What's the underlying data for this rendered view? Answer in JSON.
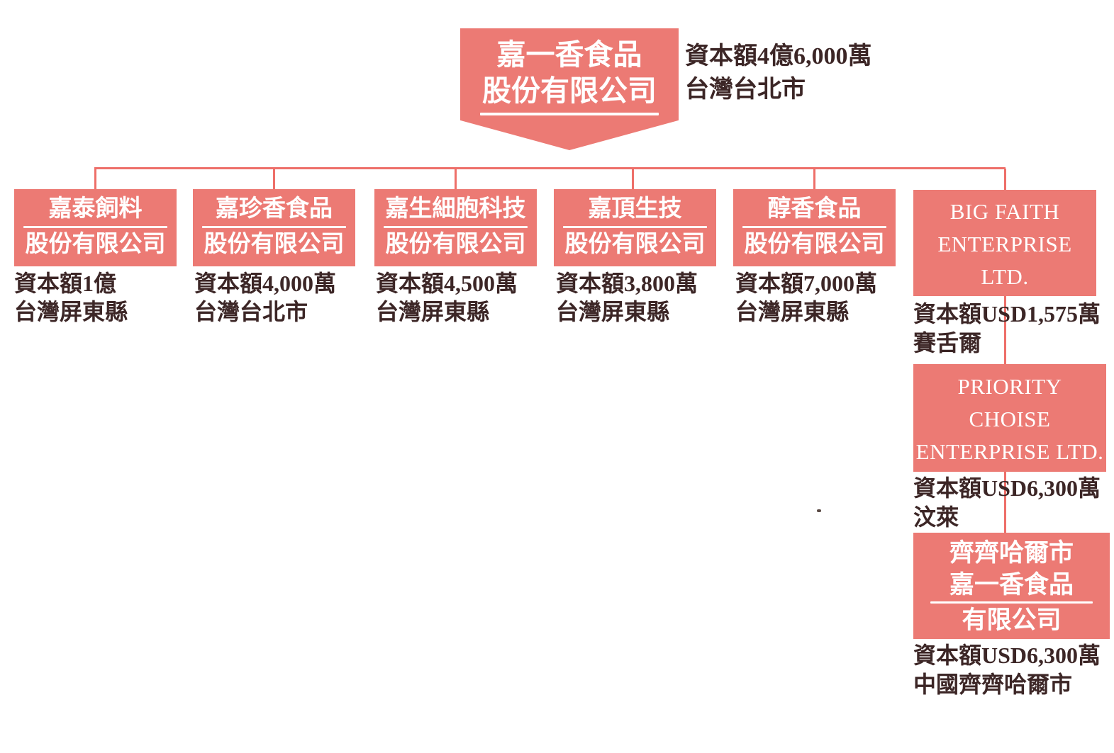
{
  "palette": {
    "box_fill": "#ec7a74",
    "box_text": "#ffffff",
    "connector": "#ee6f69",
    "caption_text": "#3c2626"
  },
  "parent": {
    "title1": "嘉一香食品",
    "title2": "股份有限公司",
    "cap1": "資本額4億6,000萬",
    "cap2": "台灣台北市"
  },
  "subsidiaries": [
    {
      "title1": "嘉泰飼料",
      "title2": "股份有限公司",
      "cap1": "資本額1億",
      "cap2": "台灣屏東縣"
    },
    {
      "title1": "嘉珍香食品",
      "title2": "股份有限公司",
      "cap1": "資本額4,000萬",
      "cap2": "台灣台北市"
    },
    {
      "title1": "嘉生細胞科技",
      "title2": "股份有限公司",
      "cap1": "資本額4,500萬",
      "cap2": "台灣屏東縣"
    },
    {
      "title1": "嘉頂生技",
      "title2": "股份有限公司",
      "cap1": "資本額3,800萬",
      "cap2": "台灣屏東縣"
    },
    {
      "title1": "醇香食品",
      "title2": "股份有限公司",
      "cap1": "資本額7,000萬",
      "cap2": "台灣屏東縣"
    },
    {
      "title1": "BIG FAITH",
      "title2": "ENTERPRISE",
      "title3": "LTD.",
      "cap1": "資本額USD1,575萬",
      "cap2": "賽舌爾"
    }
  ],
  "big_faith_chain": [
    {
      "title1": "PRIORITY",
      "title2": "CHOISE",
      "title3": "ENTERPRISE LTD.",
      "cap1": "資本額USD6,300萬",
      "cap2": "汶萊"
    },
    {
      "title1": "齊齊哈爾市",
      "title2": "嘉一香食品",
      "title3": "有限公司",
      "cap1": "資本額USD6,300萬",
      "cap2": "中國齊齊哈爾市"
    }
  ]
}
